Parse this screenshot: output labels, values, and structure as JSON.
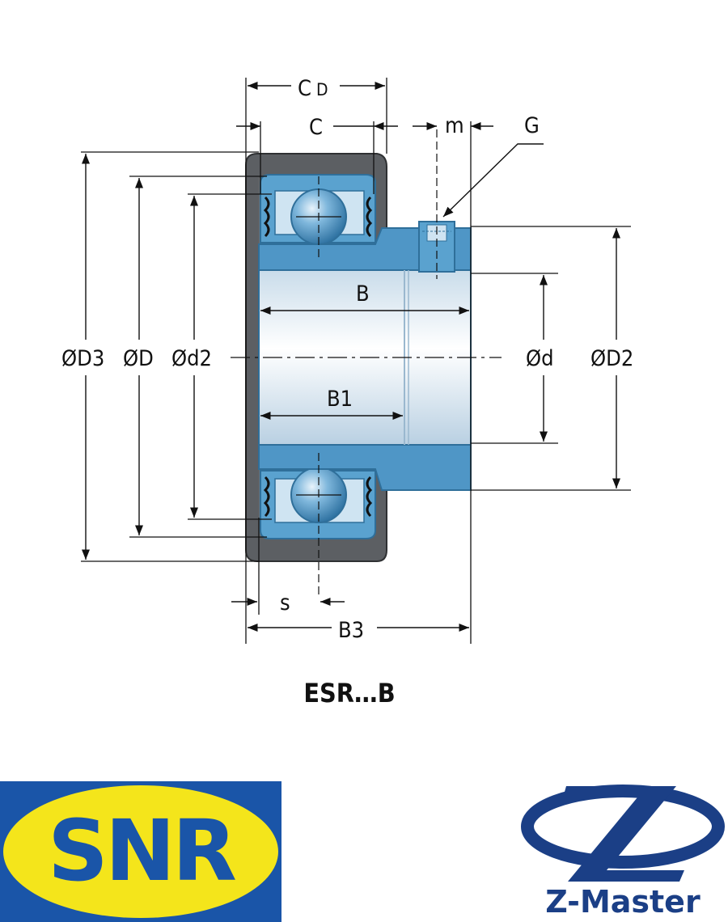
{
  "diagram": {
    "labels": {
      "cd_main": "C",
      "cd_sub": "D",
      "c": "C",
      "m": "m",
      "g": "G",
      "d3": "ØD3",
      "d": "ØD",
      "d2_small": "Ød2",
      "b": "B",
      "b1": "B1",
      "bore": "Ød",
      "d2_big": "ØD2",
      "s": "s",
      "b3": "B3"
    },
    "caption": "ESR…B",
    "colors": {
      "bearing_blue": "#5aa2cf",
      "bearing_dark": "#2f6f9a",
      "housing_gray": "#5c5f63",
      "bore_light": "#dfeaf3"
    }
  },
  "logos": {
    "snr": {
      "text": "SNR",
      "bg": "#1a55a8",
      "oval": "#f4e51b"
    },
    "zmaster": {
      "text": "Z-Master",
      "color": "#1b3f86"
    }
  }
}
